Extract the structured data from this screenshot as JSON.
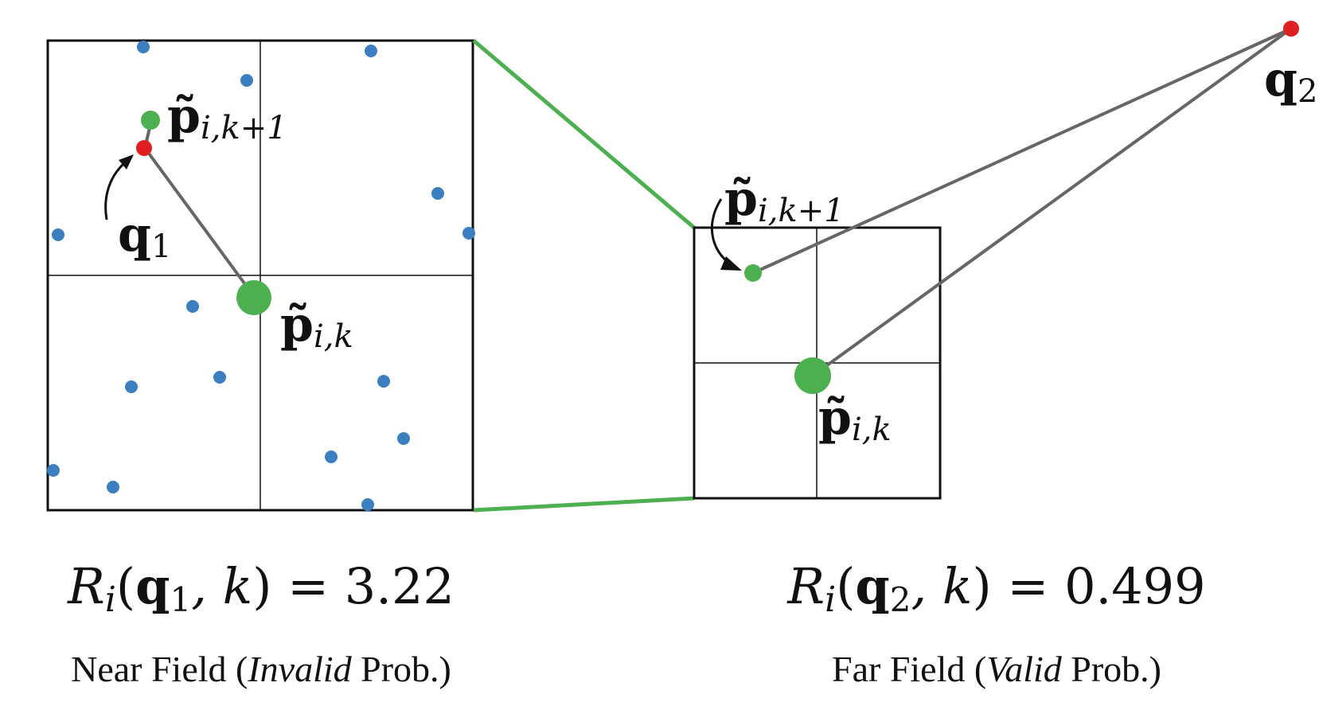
{
  "colors": {
    "grid_border": "#111111",
    "sample_point": "#3b7fc1",
    "query_point": "#e02020",
    "current_point": "#4caf50",
    "link_line": "#666666",
    "zoom_line": "#4caf50"
  },
  "near_field": {
    "label_p_next": {
      "base": "p̃",
      "sub": "i,k+1"
    },
    "label_p_current": {
      "base": "p̃",
      "sub": "i,k"
    },
    "label_query": {
      "base": "q",
      "sub": "1"
    },
    "formula": {
      "lhs_R": "R",
      "lhs_sub": "i",
      "open": "(",
      "q": "q",
      "q_sub": "1",
      "comma_k": ", k",
      "close": ")",
      "eq": " = ",
      "value": "3.22"
    },
    "caption": {
      "prefix": "Near Field (",
      "emph": "Invalid",
      "suffix": " Prob.)"
    }
  },
  "far_field": {
    "label_p_next": {
      "base": "p̃",
      "sub": "i,k+1"
    },
    "label_p_current": {
      "base": "p̃",
      "sub": "i,k"
    },
    "label_query": {
      "base": "q",
      "sub": "2"
    },
    "formula": {
      "lhs_R": "R",
      "lhs_sub": "i",
      "open": "(",
      "q": "q",
      "q_sub": "2",
      "comma_k": ", k",
      "close": ")",
      "eq": " = ",
      "value": "0.499"
    },
    "caption": {
      "prefix": "Far Field (",
      "emph": "Valid",
      "suffix": " Prob.)"
    }
  }
}
